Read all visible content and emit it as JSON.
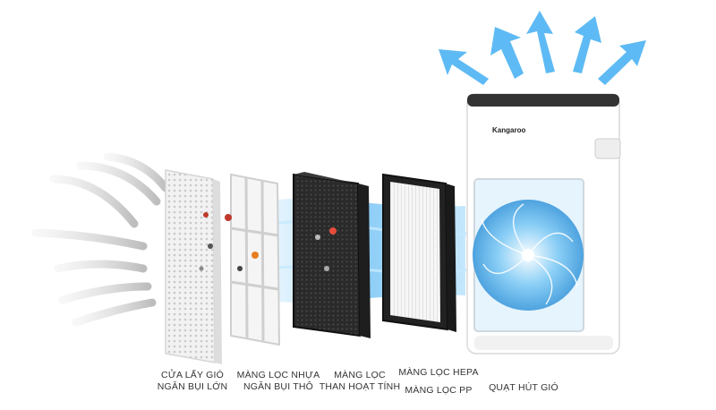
{
  "product": {
    "brand": "Kangaroo"
  },
  "labels": [
    {
      "line1": "CỬA LẤY GIÓ",
      "line2": "NGĂN BỤI LỚN"
    },
    {
      "line1": "MÀNG LỌC NHỰA",
      "line2": "NGĂN BỤI THÔ"
    },
    {
      "line1": "MÀNG LỌC",
      "line2": "THAN HOẠT TÍNH"
    },
    {
      "line1": "MÀNG LỌC HEPA",
      "line2": "MÀNG LỌC PP"
    },
    {
      "line1": "QUẠT HÚT GIÓ",
      "line2": ""
    }
  ],
  "colors": {
    "airflow_blue": "#3aa9f0",
    "airflow_grey": "#cfcfcf",
    "filter_black": "#2b2b2b",
    "body_white": "#ffffff",
    "top_panel": "#333333"
  }
}
